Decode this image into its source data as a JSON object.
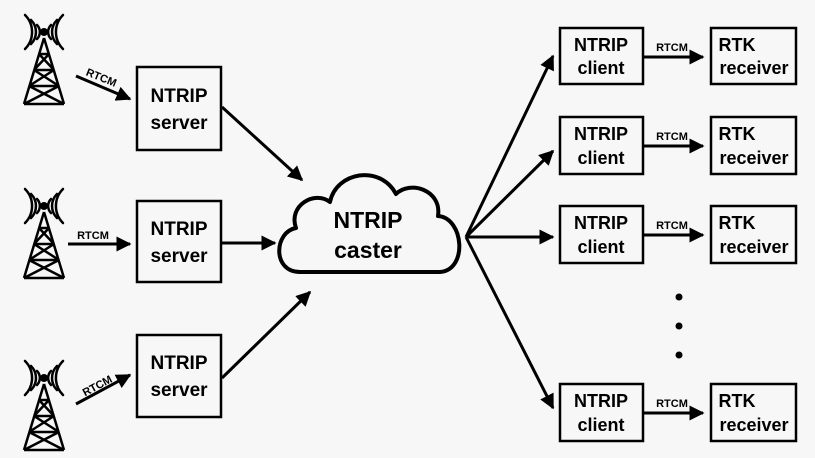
{
  "colors": {
    "background": "#f7f7f7",
    "ink": "#000000",
    "box_fill": "#f7f7f7"
  },
  "icons": {
    "tower": "radio-tower-icon"
  },
  "servers": [
    {
      "line1": "NTRIP",
      "line2": "server",
      "link_label": "RTCM"
    },
    {
      "line1": "NTRIP",
      "line2": "server",
      "link_label": "RTCM"
    },
    {
      "line1": "NTRIP",
      "line2": "server",
      "link_label": "RTCM"
    }
  ],
  "caster": {
    "line1": "NTRIP",
    "line2": "caster"
  },
  "clients": [
    {
      "line1": "NTRIP",
      "line2": "client",
      "link_label": "RTCM",
      "receiver_line1": "RTK",
      "receiver_line2": "receiver"
    },
    {
      "line1": "NTRIP",
      "line2": "client",
      "link_label": "RTCM",
      "receiver_line1": "RTK",
      "receiver_line2": "receiver"
    },
    {
      "line1": "NTRIP",
      "line2": "client",
      "link_label": "RTCM",
      "receiver_line1": "RTK",
      "receiver_line2": "receiver"
    },
    {
      "line1": "NTRIP",
      "line2": "client",
      "link_label": "RTCM",
      "receiver_line1": "RTK",
      "receiver_line2": "receiver"
    }
  ]
}
